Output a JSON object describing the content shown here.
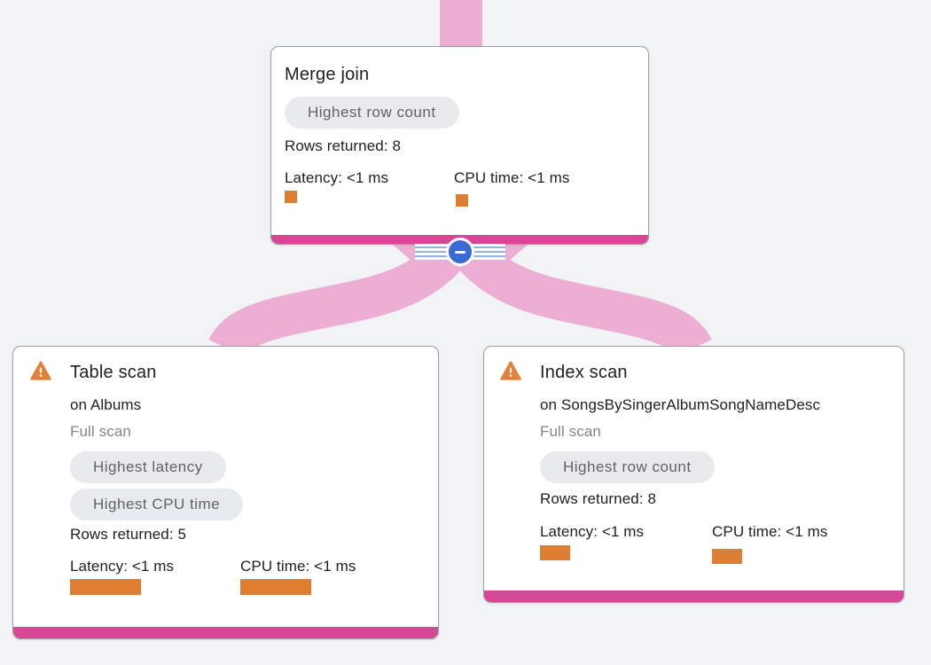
{
  "diagram": {
    "type": "query-execution-plan",
    "background_color": "#f1f3f4",
    "edge_color": "#ecaed3",
    "accent_bar_color": "#d84696",
    "metric_bar_color": "#dd7e32",
    "badge_bg_color": "#e8eaed",
    "badge_text_color": "#5f6368",
    "collapse_button": {
      "icon": "minus-icon",
      "color": "#3a6bd5"
    },
    "warning_icon_color": "#e2813a"
  },
  "nodes": {
    "merge_join": {
      "title": "Merge join",
      "badges": [
        "Highest row count"
      ],
      "rows_returned": "Rows returned: 8",
      "latency": "Latency: <1 ms",
      "cpu": "CPU time: <1 ms",
      "bars": {
        "w": 14,
        "h": 14
      }
    },
    "table_scan": {
      "title": "Table scan",
      "subtitle": "on Albums",
      "scan_type": "Full scan",
      "badges": [
        "Highest latency",
        "Highest CPU time"
      ],
      "rows_returned": "Rows returned: 5",
      "latency": "Latency: <1 ms",
      "cpu": "CPU time: <1 ms",
      "bars": {
        "w": 80,
        "h": 18
      }
    },
    "index_scan": {
      "title": "Index scan",
      "subtitle": "on SongsBySingerAlbumSongNameDesc",
      "scan_type": "Full scan",
      "badges": [
        "Highest row count"
      ],
      "rows_returned": "Rows returned: 8",
      "latency": "Latency: <1 ms",
      "cpu": "CPU time: <1 ms",
      "bars": {
        "w": 34,
        "h": 17
      }
    }
  }
}
